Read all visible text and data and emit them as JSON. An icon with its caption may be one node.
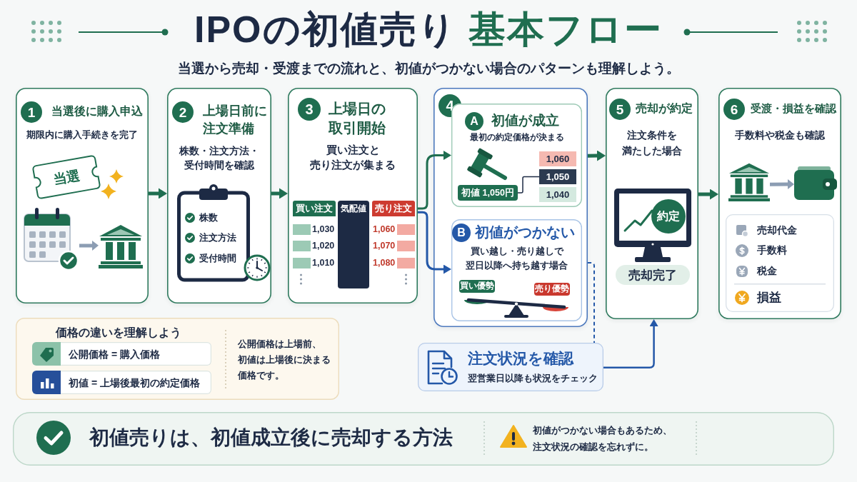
{
  "diagram": {
    "title": "IPOの初値売り 基本フロー",
    "nodes": [
      {
        "text": [
          "1",
          "当選後に購入申込",
          "期限内に購入手続きを完了"
        ]
      },
      {
        "text": [
          "当選"
        ],
        "in": 0
      },
      {
        "text": [],
        "shape": "picture",
        "in": 0
      },
      {
        "text": [],
        "shape": "picture",
        "in": 0
      },
      {
        "text": [
          "2",
          "上場日前に注文準備",
          "株数・注文方法・受付時間を確認"
        ]
      },
      {
        "text": [
          "株数",
          "注文方法",
          "受付時間"
        ],
        "in": 4
      },
      {
        "text": [
          "3",
          "上場日の取引開始",
          "買い注文と売り注文が集まる"
        ]
      },
      {
        "text": [
          "4"
        ]
      },
      {
        "text": [
          "A",
          "初値が成立",
          "最初の約定価格が決まる"
        ],
        "in": 7
      },
      {
        "text": [
          "初値 1,050円"
        ],
        "in": 8
      },
      {
        "text": [
          "1,060"
        ],
        "in": 8
      },
      {
        "text": [
          "1,050"
        ],
        "in": 8
      },
      {
        "text": [
          "1,040"
        ],
        "in": 8
      },
      {
        "text": [
          "B",
          "初値がつかない",
          "買い越し・売り越しで翌日以降へ持ち越す場合"
        ],
        "in": 7
      },
      {
        "text": [
          "買い優勢"
        ],
        "in": 13
      },
      {
        "text": [
          "売り優勢"
        ],
        "in": 13
      },
      {
        "text": [
          "5",
          "売却が約定",
          "注文条件を満たした場合"
        ]
      },
      {
        "text": [
          "約定"
        ],
        "in": 16
      },
      {
        "text": [
          "売却完了"
        ],
        "in": 16
      },
      {
        "text": [
          "6",
          "受渡・損益を確認",
          "手数料や税金も確認"
        ]
      },
      {
        "text": [],
        "shape": "picture",
        "in": 19
      },
      {
        "text": [],
        "shape": "picture",
        "in": 19
      },
      {
        "text": [
          "売却代金",
          "手数料",
          "税金",
          "損益"
        ],
        "in": 19
      },
      {
        "text": [
          "価格の違いを理解しよう",
          "公開価格は上場前、初値は上場後に決まる価格です。"
        ]
      },
      {
        "text": [
          "**公開価格** = 購入価格"
        ],
        "in": 23
      },
      {
        "text": [
          "**初値** = 上場後最初の約定価格"
        ],
        "in": 23
      },
      {
        "text": [
          "注文状況を確認",
          "翌営業日以降も状況をチェック"
        ]
      },
      {
        "text": [
          "初値売りは、初値成立後に売却する方法",
          "初値がつかない場合もあるため、注文状況の確認を忘れずに。"
        ]
      }
    ],
    "edges": [
      {
        "from": 0,
        "to": 4,
        "arrow": "to"
      },
      {
        "from": 4,
        "to": 6,
        "arrow": "to"
      },
      {
        "from": 6,
        "to": 8,
        "arrow": "to"
      },
      {
        "from": 6,
        "to": 13,
        "arrow": "to",
        "color": "#2458a8"
      },
      {
        "from": 7,
        "to": 16,
        "arrow": "to"
      },
      {
        "from": 16,
        "to": 19,
        "arrow": "to"
      },
      {
        "from": 2,
        "to": 3,
        "arrow": "to",
        "color": "#8c9db3"
      },
      {
        "from": 20,
        "to": 21,
        "arrow": "to",
        "color": "#8c9db3"
      },
      {
        "from": 9,
        "to": 11,
        "arrow": "none",
        "color": "#1d2a44"
      },
      {
        "from": 7,
        "to": 26,
        "arrow": "none",
        "style": "dashed",
        "color": "#2458a8"
      },
      {
        "from": 26,
        "to": 16,
        "arrow": "to",
        "color": "#2458a8"
      }
    ],
    "labels": [
      "当選から売却・受渡までの流れと、初値がつかない場合のパターンも理解しよう。",
      "買い注文",
      "気配値",
      "売り注文",
      "1,030",
      "1,060",
      "1,020",
      "1,070",
      "1,010",
      "1,080"
    ]
  }
}
